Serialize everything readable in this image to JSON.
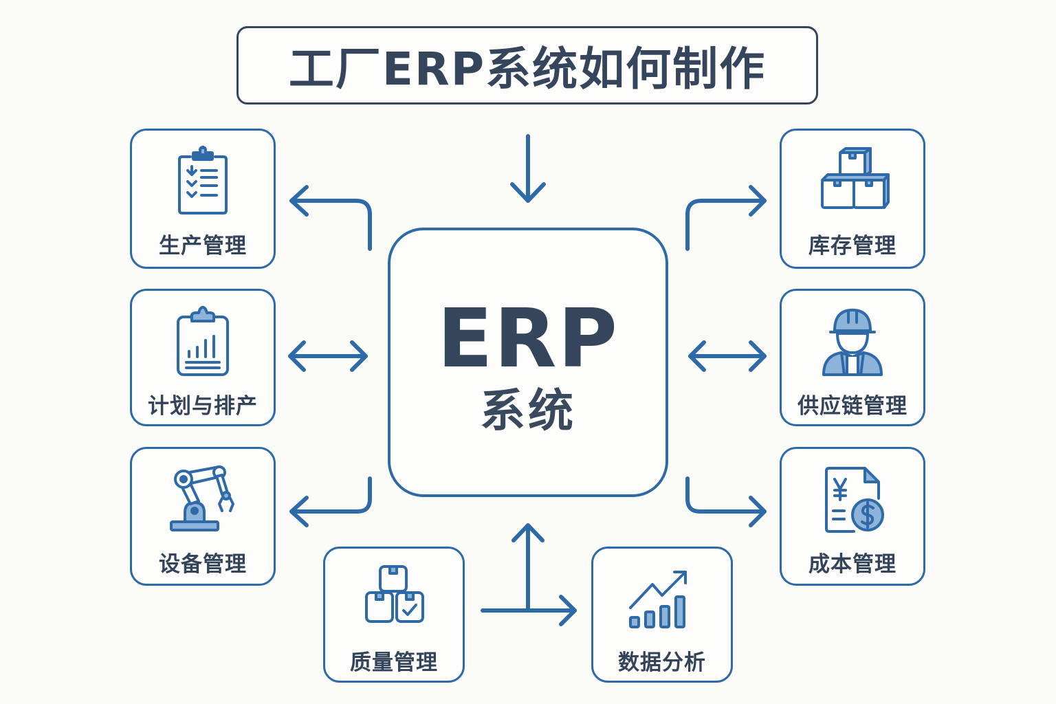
{
  "title": "工厂ERP系统如何制作",
  "center": {
    "main": "ERP",
    "sub": "系统"
  },
  "colors": {
    "accent": "#2e6aa8",
    "accent_light": "#8db4d8",
    "text": "#34455c",
    "background": "#fbfbf8"
  },
  "modules": {
    "production": {
      "label": "生产管理",
      "icon": "clipboard-checklist-icon"
    },
    "planning": {
      "label": "计划与排产",
      "icon": "clipboard-chart-icon"
    },
    "equipment": {
      "label": "设备管理",
      "icon": "robot-arm-icon"
    },
    "inventory": {
      "label": "库存管理",
      "icon": "stacked-boxes-icon"
    },
    "supply_chain": {
      "label": "供应链管理",
      "icon": "worker-hardhat-icon"
    },
    "cost": {
      "label": "成本管理",
      "icon": "invoice-dollar-icon"
    },
    "quality": {
      "label": "质量管理",
      "icon": "boxes-check-icon"
    },
    "analytics": {
      "label": "数据分析",
      "icon": "growth-chart-icon"
    }
  }
}
